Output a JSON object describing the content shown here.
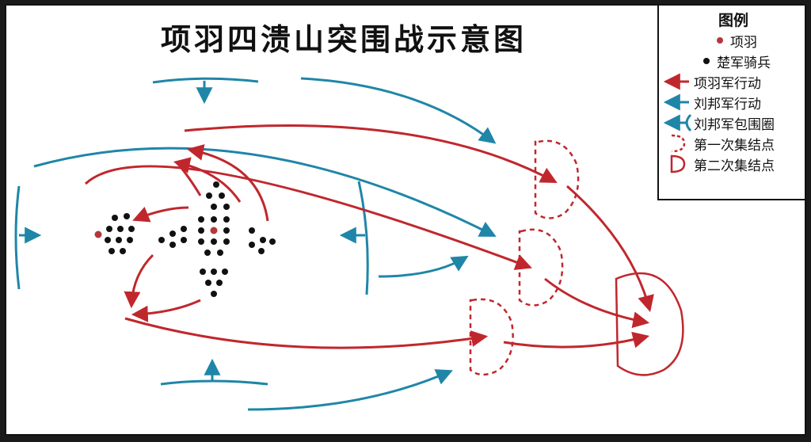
{
  "title": "项羽四溃山突围战示意图",
  "legend": {
    "title": "图例",
    "items": [
      {
        "label": "项羽",
        "symbol": "red-dot"
      },
      {
        "label": "楚军骑兵",
        "symbol": "black-dot"
      },
      {
        "label": "项羽军行动",
        "symbol": "red-arrow"
      },
      {
        "label": "刘邦军行动",
        "symbol": "blue-arrow"
      },
      {
        "label": "刘邦军包围圈",
        "symbol": "blue-encirclement"
      },
      {
        "label": "第一次集结点",
        "symbol": "dashed-rally"
      },
      {
        "label": "第二次集结点",
        "symbol": "solid-rally"
      }
    ]
  },
  "colors": {
    "xiang_yu_army": "#c0272d",
    "liu_bang_army": "#1f86a8",
    "chu_cavalry": "#111111",
    "xiang_yu": "#b5373c"
  }
}
